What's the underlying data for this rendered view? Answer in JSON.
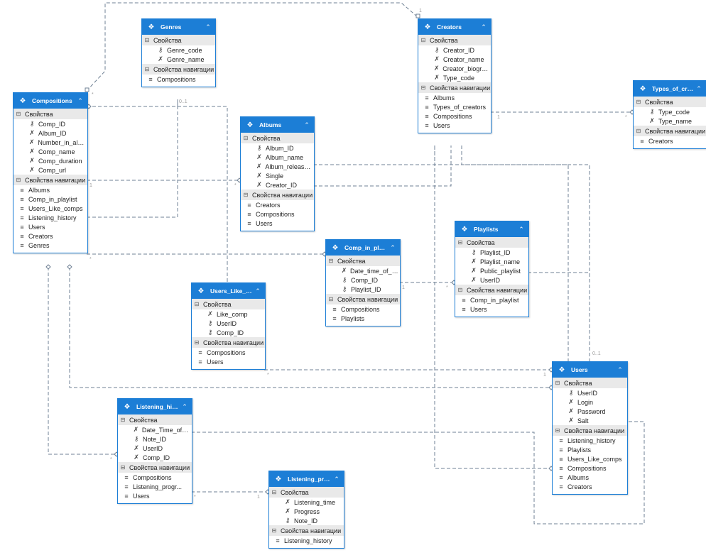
{
  "section_labels": {
    "properties": "Свойства",
    "navigation": "Свойства навигации"
  },
  "colors": {
    "accent": "#1c7ed6",
    "connector": "#6f8194",
    "section_bg": "#e9e9e9"
  },
  "icons": {
    "entity": "entity-icon",
    "key_property": "key-icon",
    "property": "wrench-icon",
    "navigation": "navigation-icon",
    "collapse": "chevron-up-icon"
  },
  "entities": [
    {
      "id": "genres",
      "title": "Genres",
      "properties": [
        {
          "name": "Genre_code",
          "key": true
        },
        {
          "name": "Genre_name",
          "key": false
        }
      ],
      "navigation": [
        "Compositions"
      ]
    },
    {
      "id": "creators",
      "title": "Creators",
      "properties": [
        {
          "name": "Creator_ID",
          "key": true
        },
        {
          "name": "Creator_name",
          "key": false
        },
        {
          "name": "Creator_biograp...",
          "key": false
        },
        {
          "name": "Type_code",
          "key": false
        }
      ],
      "navigation": [
        "Albums",
        "Types_of_creators",
        "Compositions",
        "Users"
      ]
    },
    {
      "id": "types",
      "title": "Types_of_crea...",
      "properties": [
        {
          "name": "Type_code",
          "key": true
        },
        {
          "name": "Type_name",
          "key": false
        }
      ],
      "navigation": [
        "Creators"
      ]
    },
    {
      "id": "compositions",
      "title": "Compositions",
      "properties": [
        {
          "name": "Comp_ID",
          "key": true
        },
        {
          "name": "Album_ID",
          "key": false
        },
        {
          "name": "Number_in_album",
          "key": false
        },
        {
          "name": "Comp_name",
          "key": false
        },
        {
          "name": "Comp_duration",
          "key": false
        },
        {
          "name": "Comp_url",
          "key": false
        }
      ],
      "navigation": [
        "Albums",
        "Comp_in_playlist",
        "Users_Like_comps",
        "Listening_history",
        "Users",
        "Creators",
        "Genres"
      ]
    },
    {
      "id": "albums",
      "title": "Albums",
      "properties": [
        {
          "name": "Album_ID",
          "key": true
        },
        {
          "name": "Album_name",
          "key": false
        },
        {
          "name": "Album_release_...",
          "key": false
        },
        {
          "name": "Single",
          "key": false
        },
        {
          "name": "Creator_ID",
          "key": false
        }
      ],
      "navigation": [
        "Creators",
        "Compositions",
        "Users"
      ]
    },
    {
      "id": "comp_in_playlist",
      "title": "Comp_in_playli...",
      "properties": [
        {
          "name": "Date_time_of__a...",
          "key": false
        },
        {
          "name": "Comp_ID",
          "key": true
        },
        {
          "name": "Playlist_ID",
          "key": true
        }
      ],
      "navigation": [
        "Compositions",
        "Playlists"
      ]
    },
    {
      "id": "playlists",
      "title": "Playlists",
      "properties": [
        {
          "name": "Playlist_ID",
          "key": true
        },
        {
          "name": "Playlist_name",
          "key": false
        },
        {
          "name": "Public_playlist",
          "key": false
        },
        {
          "name": "UserID",
          "key": false
        }
      ],
      "navigation": [
        "Comp_in_playlist",
        "Users"
      ]
    },
    {
      "id": "users_like",
      "title": "Users_Like_co...",
      "properties": [
        {
          "name": "Like_comp",
          "key": false
        },
        {
          "name": "UserID",
          "key": true
        },
        {
          "name": "Comp_ID",
          "key": true
        }
      ],
      "navigation": [
        "Compositions",
        "Users"
      ]
    },
    {
      "id": "users",
      "title": "Users",
      "properties": [
        {
          "name": "UserID",
          "key": true
        },
        {
          "name": "Login",
          "key": false
        },
        {
          "name": "Password",
          "key": false
        },
        {
          "name": "Salt",
          "key": false
        }
      ],
      "navigation": [
        "Listening_history",
        "Playlists",
        "Users_Like_comps",
        "Compositions",
        "Albums",
        "Creators"
      ]
    },
    {
      "id": "listening_history",
      "title": "Listening_hist...",
      "properties": [
        {
          "name": "Date_Time_of_lis...",
          "key": false
        },
        {
          "name": "Note_ID",
          "key": true
        },
        {
          "name": "UserID",
          "key": false
        },
        {
          "name": "Comp_ID",
          "key": false
        }
      ],
      "navigation": [
        "Compositions",
        "Listening_progr...",
        "Users"
      ]
    },
    {
      "id": "listening_progress",
      "title": "Listening_pro...",
      "properties": [
        {
          "name": "Listening_time",
          "key": false
        },
        {
          "name": "Progress",
          "key": false
        },
        {
          "name": "Note_ID",
          "key": true
        }
      ],
      "navigation": [
        "Listening_history"
      ]
    }
  ],
  "multiplicity_labels": [
    "*",
    "1",
    "0..1",
    "1",
    "*",
    "*",
    "1",
    "*",
    "0..1",
    "1",
    "*",
    "*",
    "1",
    "*",
    "1",
    "*"
  ]
}
